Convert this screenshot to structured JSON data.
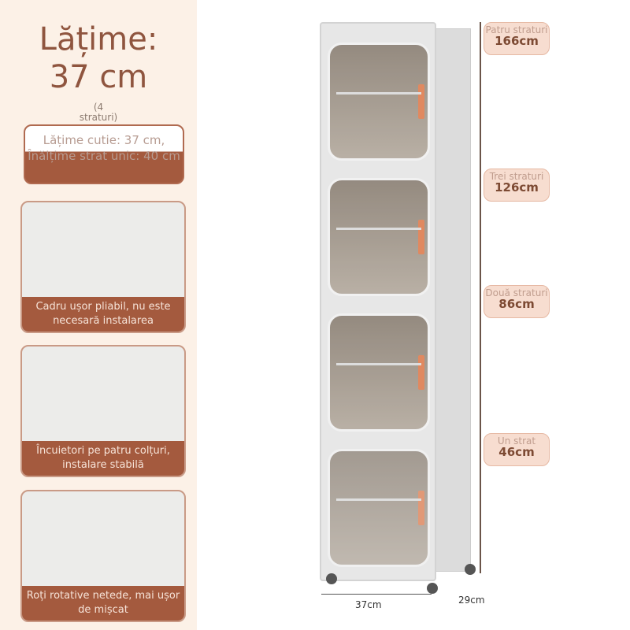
{
  "left": {
    "title_line1": "Lățime:",
    "title_line2": "37 cm",
    "layers_note": "(4 straturi)",
    "box_text": "Lățime cutie: 37 cm, Înălțime strat unic: 40 cm",
    "features": [
      {
        "caption": "Cadru ușor pliabil, nu este necesară instalarea"
      },
      {
        "caption": "Încuietori pe patru colțuri, instalare stabilă"
      },
      {
        "caption": "Roți rotative netede, mai ușor de mișcat"
      }
    ]
  },
  "heights": [
    {
      "label": "Patru straturi",
      "value": "166cm"
    },
    {
      "label": "Trei straturi",
      "value": "126cm"
    },
    {
      "label": "Două straturi",
      "value": "86cm"
    },
    {
      "label": "Un strat",
      "value": "46cm"
    }
  ],
  "dimensions": {
    "width": "37cm",
    "depth": "29cm"
  },
  "colors": {
    "brand": "#a45a3e",
    "handle": "#e07f52",
    "background": "#fcf1e7"
  }
}
